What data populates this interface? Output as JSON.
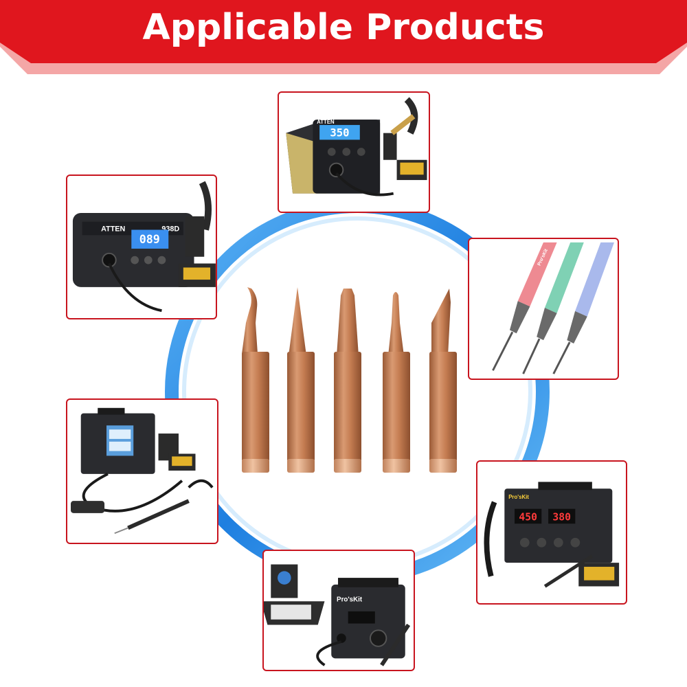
{
  "header": {
    "title": "Applicable Products"
  },
  "colors": {
    "banner_red": "#e0161e",
    "banner_pink": "#f4a6a6",
    "frame_red": "#c8141e",
    "ring_blue": "#2a8be3",
    "copper": "#c8825a"
  },
  "products": {
    "station_top": {
      "brand": "ATTEN",
      "display": "350"
    },
    "station_left": {
      "brand": "ATTEN",
      "model": "938D",
      "display": "089"
    },
    "pens": {
      "brand": "Pro'sKit"
    },
    "hot_air_left": {},
    "rework_right": {
      "brand": "Pro'sKit",
      "display_left": "450",
      "display_right": "380"
    },
    "station_bottom": {
      "brand": "Pro'sKit"
    }
  },
  "tips": {
    "count": 5,
    "shapes": [
      "bent-conical",
      "conical",
      "chisel",
      "round",
      "knife"
    ]
  }
}
